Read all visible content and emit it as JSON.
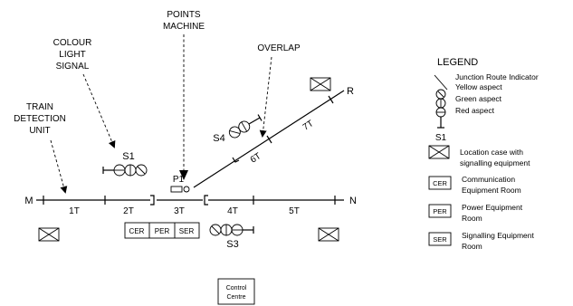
{
  "annotations": {
    "points_machine": [
      "POINTS",
      "MACHINE"
    ],
    "colour_light_signal": [
      "COLOUR",
      "LIGHT",
      "SIGNAL"
    ],
    "overlap": "OVERLAP",
    "train_detection_unit": [
      "TRAIN",
      "DETECTION",
      "UNIT"
    ]
  },
  "track": {
    "end_left": "M",
    "end_right": "N",
    "end_branch": "R",
    "sections": [
      "1T",
      "2T",
      "3T",
      "4T",
      "5T"
    ],
    "branch_sections": [
      "6T",
      "7T"
    ]
  },
  "signals": {
    "s1": "S1",
    "s3": "S3",
    "s4": "S4",
    "p1": "P1"
  },
  "rooms": {
    "cer": "CER",
    "per": "PER",
    "ser": "SER",
    "control_centre": [
      "Control",
      "Centre"
    ]
  },
  "legend": {
    "title": "LEGEND",
    "jri": "Junction Route Indicator",
    "yellow": "Yellow aspect",
    "green": "Green aspect",
    "red": "Red aspect",
    "signal_label": "S1",
    "location_case": [
      "Location case with",
      "signalling equipment"
    ],
    "cer_desc": [
      "Communication",
      "Equipment Room"
    ],
    "per_desc": [
      "Power Equipment",
      "Room"
    ],
    "ser_desc": [
      "Signalling Equipment",
      "Room"
    ],
    "cer_abbr": "CER",
    "per_abbr": "PER",
    "ser_abbr": "SER"
  }
}
